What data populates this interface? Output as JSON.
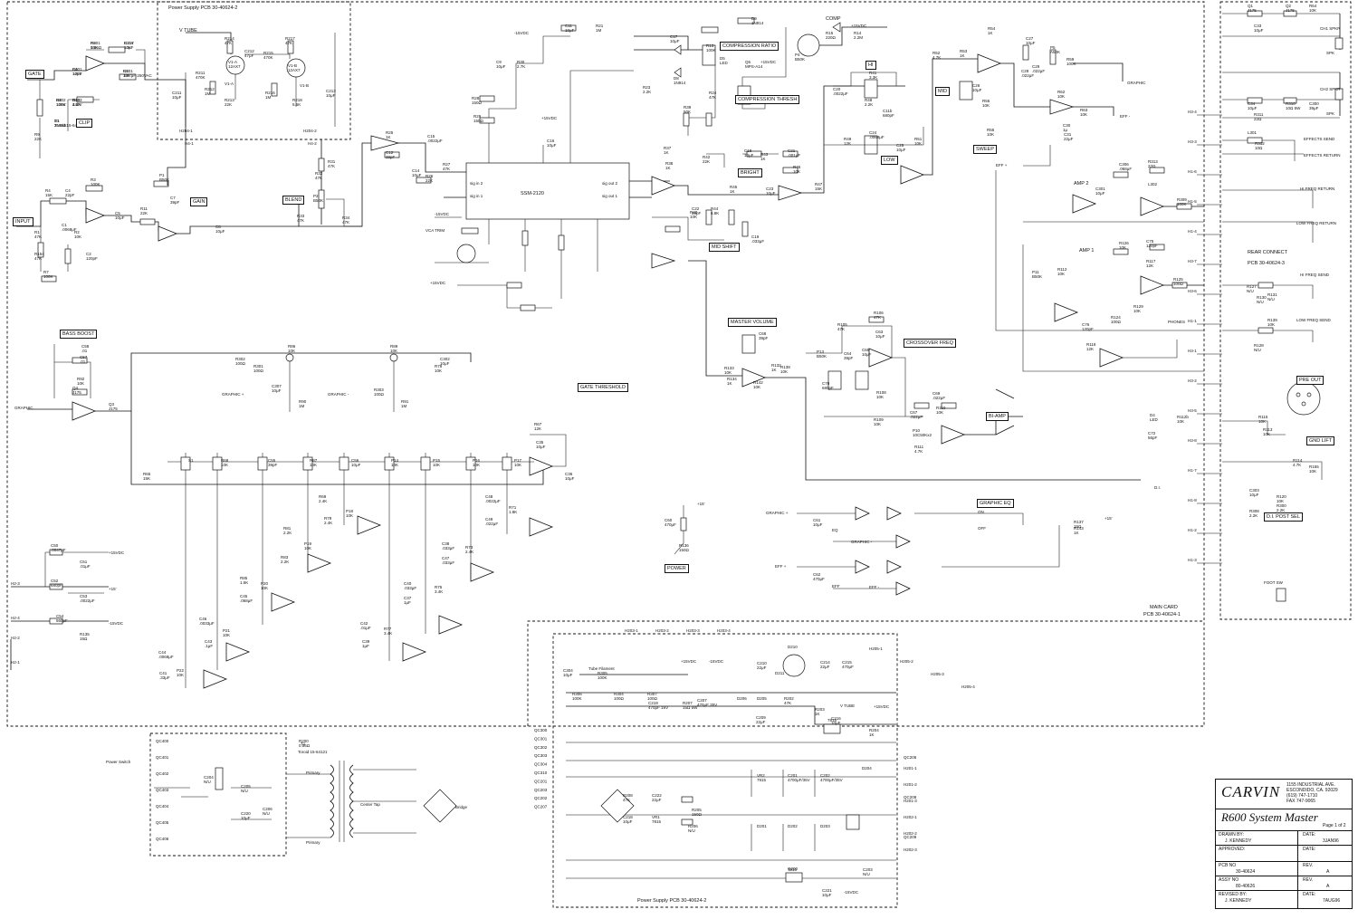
{
  "title_block": {
    "brand": "CARVIN",
    "address_lines": [
      "1155 INDUSTRIAL AVE.",
      "ESCONDIDO, CA. 92029",
      "(619) 747-1710",
      "FAX 747-9065"
    ],
    "drawing_title": "R600 System Master",
    "page": "Page 1 of 2",
    "drawn_by_label": "DRAWN BY:",
    "drawn_by": "J. KENNEDY",
    "date_label": "DATE:",
    "drawn_date": "3JAN96",
    "approved_label": "APPROVED:",
    "pcb_label": "PCB NO",
    "pcb_no": "30-40624",
    "rev_label": "REV.",
    "pcb_rev": "A",
    "assy_label": "ASSY NO",
    "assy_no": "80-40626",
    "assy_rev": "A",
    "revised_label": "REVISED BY:",
    "revised_by": "J. KENNEDY",
    "revised_date": "7AUG96"
  },
  "boxes": {
    "tube_pcb": "Power Supply PCB   30-40624-2",
    "main_card": "MAIN CARD",
    "main_card_pcb": "PCB 30-40624-1",
    "rear_connect": "REAR CONNECT",
    "rear_connect_pcb": "PCB 30-40624-3",
    "psu_pcb": "Power Supply PCB   30-40624-2"
  },
  "labels": {
    "gate": "GATE",
    "clip": "CLIP",
    "input": "INPUT",
    "gain": "GAIN",
    "blend": "BLEND",
    "v_tube": "V TUBE",
    "ssm": "SSM-2120",
    "comp": "COMP",
    "compression_ratio": "COMPRESSION RATIO",
    "compression_thresh": "COMPRESSION THRESH",
    "bright": "BRIGHT",
    "mid_shift": "MID SHIFT",
    "vca_trim": "VCA TRIM",
    "hi": "HI",
    "mid": "MID",
    "low": "LOW",
    "sweep": "SWEEP",
    "graphic": "GRAPHIC",
    "eff_minus": "EFF -",
    "eff_plus": "EFF +",
    "amp2": "AMP 2",
    "amp1": "AMP 1",
    "phones": "PHONES",
    "master_volume": "MASTER VOLUME",
    "crossover_freq": "CROSSOVER FREQ",
    "bi_amp": "BI-AMP",
    "bass_boost": "BASS BOOST",
    "graphic_plus": "GRAPHIC +",
    "graphic_minus": "GRAPHIC -",
    "gate_threshold": "GATE THRESHOLD",
    "power": "POWER",
    "graphic_eq": "GRAPHIC EQ",
    "on": "ON",
    "off": "OFF",
    "eq": "EQ",
    "eff": "EFF",
    "pre_out": "PRE OUT",
    "gnd_lift": "GND LIFT",
    "di": "D.I.",
    "di_post_sel": "D.I. POST SEL",
    "foot_sw": "FOOT SW",
    "ch1_spkr": "CH1 SPKR",
    "ch2_spkr": "CH2 SPKR",
    "effects_send": "EFFECTS SEND",
    "effects_return": "EFFECTS RETURN",
    "hi_freq_return": "HI FREQ RETURN",
    "low_freq_return": "LOW FREQ RETURN",
    "hi_freq_send": "HI FREQ SEND",
    "low_freq_send": "LOW FREQ SEND",
    "power_switch": "Power Switch",
    "primary": "Primary",
    "center_tap": "Center Tap",
    "bridge": "Bridge",
    "tube_filament": "Tube Filament",
    "toroid": "Toroid 15-64121",
    "vdc15p": "+15VDC",
    "vdc15n": "-15VDC",
    "v15": "+15'",
    "vr1": "7815",
    "vr2": "7915",
    "spk": "SPK"
  },
  "components": [
    {
      "ref": "R6",
      "val": "15K"
    },
    {
      "ref": "R116",
      "val": "10K"
    },
    {
      "ref": "R5",
      "val": "10K"
    },
    {
      "ref": "C6",
      "val": "10μF"
    },
    {
      "ref": "R8",
      "val": "100K"
    },
    {
      "ref": "R10",
      "val": "4.5K"
    },
    {
      "ref": "D1",
      "val": "2N5551"
    },
    {
      "ref": "R9",
      "val": "22K"
    },
    {
      "ref": "R4",
      "val": "15K"
    },
    {
      "ref": "C4",
      "val": "22pF"
    },
    {
      "ref": "R3",
      "val": "100K"
    },
    {
      "ref": "C5",
      "val": "10μF"
    },
    {
      "ref": "R1",
      "val": "47K"
    },
    {
      "ref": "R2",
      "val": "10K"
    },
    {
      "ref": "C1",
      "val": ".0068μF"
    },
    {
      "ref": "C2",
      "val": "120pF"
    },
    {
      "ref": "R7",
      "val": "100K"
    },
    {
      "ref": "R154",
      "val": "47K"
    },
    {
      "ref": "P1",
      "val": "B50K"
    },
    {
      "ref": "C7",
      "val": "39pF"
    },
    {
      "ref": "R11",
      "val": "22K"
    },
    {
      "ref": "C8",
      "val": "10μF"
    },
    {
      "ref": "R214",
      "val": "47K"
    },
    {
      "ref": "R217",
      "val": "47K"
    },
    {
      "ref": "C212",
      "val": "47μF"
    },
    {
      "ref": "R211",
      "val": "470K"
    },
    {
      "ref": "R215",
      "val": "470K"
    },
    {
      "ref": "C211",
      "val": "10μF"
    },
    {
      "ref": "R212",
      "val": "1M"
    },
    {
      "ref": "R213",
      "val": "22K"
    },
    {
      "ref": "R216",
      "val": "1M"
    },
    {
      "ref": "R218",
      "val": "5.6K"
    },
    {
      "ref": "C213",
      "val": "10μF"
    },
    {
      "ref": "V1-A",
      "val": "12AX7"
    },
    {
      "ref": "V1-B",
      "val": "12AX7"
    },
    {
      "ref": "R31",
      "val": "47K"
    },
    {
      "ref": "R32",
      "val": "47K"
    },
    {
      "ref": "R33",
      "val": "47K"
    },
    {
      "ref": "R34",
      "val": "47K"
    },
    {
      "ref": "P2",
      "val": "B50K"
    },
    {
      "ref": "R25",
      "val": "1K"
    },
    {
      "ref": "C12",
      "val": "39pF"
    },
    {
      "ref": "C14",
      "val": "10μF"
    },
    {
      "ref": "R26",
      "val": "22K"
    },
    {
      "ref": "R27",
      "val": "47K"
    },
    {
      "ref": "C15",
      "val": ".0022μF"
    },
    {
      "ref": "R28",
      "val": "150Ω"
    },
    {
      "ref": "R29",
      "val": "150Ω"
    },
    {
      "ref": "C16",
      "val": "10μF"
    },
    {
      "ref": "C9",
      "val": "10μF"
    },
    {
      "ref": "R30",
      "val": "2.7K"
    },
    {
      "ref": "C11",
      "val": "10μF"
    },
    {
      "ref": "R21",
      "val": "1M"
    },
    {
      "ref": "C17",
      "val": "10μF"
    },
    {
      "ref": "D8",
      "val": "1N914"
    },
    {
      "ref": "D9",
      "val": "1N914"
    },
    {
      "ref": "R13",
      "val": "100K"
    },
    {
      "ref": "P4",
      "val": "B50K"
    },
    {
      "ref": "R14",
      "val": "2.2M"
    },
    {
      "ref": "R15",
      "val": "220Ω"
    },
    {
      "ref": "Q6",
      "val": "MPS-A14"
    },
    {
      "ref": "D5",
      "val": "LED"
    },
    {
      "ref": "R23",
      "val": "2.2K"
    },
    {
      "ref": "R24",
      "val": "47K"
    },
    {
      "ref": "R39",
      "val": "50K"
    },
    {
      "ref": "R37",
      "val": "1K"
    },
    {
      "ref": "R38",
      "val": "1K"
    },
    {
      "ref": "R42",
      "val": "22K"
    },
    {
      "ref": "C18",
      "val": "10μF"
    },
    {
      "ref": "R43",
      "val": "1K"
    },
    {
      "ref": "C21",
      "val": ".001μF"
    },
    {
      "ref": "R46",
      "val": "10K"
    },
    {
      "ref": "R47",
      "val": "15K"
    },
    {
      "ref": "C22",
      "val": "39pF"
    },
    {
      "ref": "C23",
      "val": "10μF"
    },
    {
      "ref": "R45",
      "val": "1K"
    },
    {
      "ref": "R44",
      "val": "6.8K"
    },
    {
      "ref": "C19",
      "val": ".033μF"
    },
    {
      "ref": "R40",
      "val": "10K"
    },
    {
      "ref": "C20",
      "val": ".0022μF"
    },
    {
      "ref": "R41",
      "val": "3.3K"
    },
    {
      "ref": "R48",
      "val": "2.2K"
    },
    {
      "ref": "C11b",
      "val": "680pF"
    },
    {
      "ref": "R49",
      "val": "12K"
    },
    {
      "ref": "C24",
      "val": ".0068μF"
    },
    {
      "ref": "R51",
      "val": "10K"
    },
    {
      "ref": "C25",
      "val": "10μF"
    },
    {
      "ref": "R52",
      "val": "4.7K"
    },
    {
      "ref": "R53",
      "val": "1K"
    },
    {
      "ref": "R54",
      "val": "1K"
    },
    {
      "ref": "C26",
      "val": "10μF"
    },
    {
      "ref": "R55",
      "val": "10K"
    },
    {
      "ref": "R56",
      "val": "10K"
    },
    {
      "ref": "C27",
      "val": "10μF"
    },
    {
      "ref": "P5",
      "val": "A50K"
    },
    {
      "ref": "C28",
      "val": ".022μF"
    },
    {
      "ref": "C29",
      "val": ".022μF"
    },
    {
      "ref": "R59",
      "val": "100K"
    },
    {
      "ref": "R62",
      "val": "10K"
    },
    {
      "ref": "R63",
      "val": "10K"
    },
    {
      "ref": "C30",
      "val": "1μ"
    },
    {
      "ref": "C31",
      "val": "22μF"
    },
    {
      "ref": "Q1",
      "val": "J175"
    },
    {
      "ref": "Q2",
      "val": "J175"
    },
    {
      "ref": "R64",
      "val": "10K"
    },
    {
      "ref": "C33",
      "val": "10μF"
    },
    {
      "ref": "C34",
      "val": "10μF"
    },
    {
      "ref": "R310",
      "val": "10Ω 5W"
    },
    {
      "ref": "C300",
      "val": "39μF"
    },
    {
      "ref": "R311",
      "val": "22Ω"
    },
    {
      "ref": "L301",
      "val": ""
    },
    {
      "ref": "R312",
      "val": "10Ω"
    },
    {
      "ref": "C306",
      "val": ".068μF"
    },
    {
      "ref": "R313",
      "val": "22Ω"
    },
    {
      "ref": "L302",
      "val": ""
    },
    {
      "ref": "R309",
      "val": "100K"
    },
    {
      "ref": "C301",
      "val": "10μF"
    },
    {
      "ref": "R126",
      "val": "10K"
    },
    {
      "ref": "C75",
      "val": "120pF"
    },
    {
      "ref": "R117",
      "val": "12K"
    },
    {
      "ref": "R125",
      "val": "100Ω"
    },
    {
      "ref": "P11",
      "val": "B50K"
    },
    {
      "ref": "R112",
      "val": "10K"
    },
    {
      "ref": "C76",
      "val": "120pF"
    },
    {
      "ref": "R118",
      "val": "12K"
    },
    {
      "ref": "R124",
      "val": "100Ω"
    },
    {
      "ref": "R129",
      "val": "10K"
    },
    {
      "ref": "R130",
      "val": "N/U"
    },
    {
      "ref": "R131",
      "val": "N/U"
    },
    {
      "ref": "R127",
      "val": "N/U"
    },
    {
      "ref": "R128",
      "val": "N/U"
    },
    {
      "ref": "R139",
      "val": "10K"
    },
    {
      "ref": "R302",
      "val": "100Ω"
    },
    {
      "ref": "R301",
      "val": "100Ω"
    },
    {
      "ref": "C302",
      "val": "10μF"
    },
    {
      "ref": "C307",
      "val": "10μF"
    },
    {
      "ref": "R303",
      "val": "100Ω"
    },
    {
      "ref": "R78",
      "val": "10K"
    },
    {
      "ref": "R86",
      "val": "10K"
    },
    {
      "ref": "R89",
      "val": "10K"
    },
    {
      "ref": "R90",
      "val": "1M"
    },
    {
      "ref": "R91",
      "val": "1M"
    },
    {
      "ref": "R92",
      "val": "10K"
    },
    {
      "ref": "Q4",
      "val": "J175"
    },
    {
      "ref": "Q3",
      "val": "J175"
    },
    {
      "ref": "C57",
      "val": ".01"
    },
    {
      "ref": "C58",
      "val": ".01"
    },
    {
      "ref": "R65",
      "val": "15K"
    },
    {
      "ref": "R67",
      "val": "12K"
    },
    {
      "ref": "C35",
      "val": "10μF"
    },
    {
      "ref": "C36",
      "val": "10μF"
    },
    {
      "ref": "S1",
      "val": ""
    },
    {
      "ref": "R68",
      "val": "10K"
    },
    {
      "ref": "C55",
      "val": "39pF"
    },
    {
      "ref": "R87",
      "val": "10K"
    },
    {
      "ref": "C56",
      "val": "10μF"
    },
    {
      "ref": "P14",
      "val": "10K"
    },
    {
      "ref": "P15",
      "val": "10K"
    },
    {
      "ref": "P16",
      "val": "10K"
    },
    {
      "ref": "P17",
      "val": "10K"
    },
    {
      "ref": "P18",
      "val": "10K"
    },
    {
      "ref": "P19",
      "val": "10K"
    },
    {
      "ref": "P20",
      "val": "10K"
    },
    {
      "ref": "P21",
      "val": "10K"
    },
    {
      "ref": "P22",
      "val": "10K"
    },
    {
      "ref": "R77",
      "val": "3.4K"
    },
    {
      "ref": "R75",
      "val": "3.4K"
    },
    {
      "ref": "R73",
      "val": "2.4K"
    },
    {
      "ref": "R71",
      "val": "1.8K"
    },
    {
      "ref": "R69",
      "val": "2.4K"
    },
    {
      "ref": "R79",
      "val": "2.4K"
    },
    {
      "ref": "R81",
      "val": "2.2K"
    },
    {
      "ref": "R83",
      "val": "2.2K"
    },
    {
      "ref": "R85",
      "val": "1.5K"
    },
    {
      "ref": "C45",
      "val": ".068μF"
    },
    {
      "ref": "C46",
      "val": ".0033μF"
    },
    {
      "ref": "C43",
      "val": ".1μF"
    },
    {
      "ref": "C44",
      "val": ".0068μF"
    },
    {
      "ref": "C41",
      "val": ".33μF"
    },
    {
      "ref": "C42",
      "val": ".01μF"
    },
    {
      "ref": "C39",
      "val": "1μF"
    },
    {
      "ref": "C40",
      "val": ".033μF"
    },
    {
      "ref": "C37",
      "val": "1μF"
    },
    {
      "ref": "C38",
      "val": ".033μF"
    },
    {
      "ref": "C47",
      "val": ".033μF"
    },
    {
      "ref": "C48",
      "val": ".0022μF"
    },
    {
      "ref": "C49",
      "val": ".022μF"
    },
    {
      "ref": "C50",
      "val": ".0047μF"
    },
    {
      "ref": "C51",
      "val": ".01μF"
    },
    {
      "ref": "C52",
      "val": "680pF"
    },
    {
      "ref": "C53",
      "val": ".0022μF"
    },
    {
      "ref": "C54",
      "val": "560pF"
    },
    {
      "ref": "R135",
      "val": "15Ω"
    },
    {
      "ref": "C60",
      "val": "470μF"
    },
    {
      "ref": "R136",
      "val": "150Ω"
    },
    {
      "ref": "C61",
      "val": "10μF"
    },
    {
      "ref": "R137",
      "val": "15Ω"
    },
    {
      "ref": "C62",
      "val": "470μF"
    },
    {
      "ref": "R143",
      "val": "1K"
    },
    {
      "ref": "D4",
      "val": "LED"
    },
    {
      "ref": "R132",
      "val": "1K"
    },
    {
      "ref": "R133",
      "val": "10K"
    },
    {
      "ref": "R134",
      "val": "1K"
    },
    {
      "ref": "R142",
      "val": "10K"
    },
    {
      "ref": "R138",
      "val": "10K"
    },
    {
      "ref": "C68",
      "val": "39pF"
    },
    {
      "ref": "R105",
      "val": "47K"
    },
    {
      "ref": "R106",
      "val": "47K"
    },
    {
      "ref": "C63",
      "val": "10μF"
    },
    {
      "ref": "P13",
      "val": "B50K"
    },
    {
      "ref": "C64",
      "val": "39pF"
    },
    {
      "ref": "C65",
      "val": "10μF"
    },
    {
      "ref": "R108",
      "val": "10K"
    },
    {
      "ref": "C70",
      "val": "680pF"
    },
    {
      "ref": "R109",
      "val": "10K"
    },
    {
      "ref": "C67",
      "val": ".022μF"
    },
    {
      "ref": "C69",
      "val": ".022μF"
    },
    {
      "ref": "R110",
      "val": "10K"
    },
    {
      "ref": "P10",
      "val": "10C50Kx2"
    },
    {
      "ref": "R111",
      "val": "4.7K"
    },
    {
      "ref": "R112b",
      "val": "10K"
    },
    {
      "ref": "C72",
      "val": "56pF"
    },
    {
      "ref": "R115",
      "val": "10K"
    },
    {
      "ref": "R113",
      "val": "10K"
    },
    {
      "ref": "R114",
      "val": "4.7K"
    },
    {
      "ref": "R155",
      "val": "10K"
    },
    {
      "ref": "R120",
      "val": "10K"
    },
    {
      "ref": "R300",
      "val": "2.2K"
    },
    {
      "ref": "C303",
      "val": "10μF"
    },
    {
      "ref": "R308",
      "val": "2.2K"
    },
    {
      "ref": "C304",
      "val": "10μF"
    },
    {
      "ref": "R305",
      "val": "100K"
    },
    {
      "ref": "R306",
      "val": "100K"
    },
    {
      "ref": "R304",
      "val": "100Ω"
    },
    {
      "ref": "R307",
      "val": "100Ω"
    },
    {
      "ref": "C219",
      "val": "470μF 16V"
    },
    {
      "ref": "R207",
      "val": "15Ω 5W"
    },
    {
      "ref": "C207",
      "val": "470μF 35V"
    },
    {
      "ref": "D206",
      "val": ""
    },
    {
      "ref": "D205",
      "val": ""
    },
    {
      "ref": "C209",
      "val": "22μF"
    },
    {
      "ref": "C210",
      "val": "22μF"
    },
    {
      "ref": "D210",
      "val": ""
    },
    {
      "ref": "D211",
      "val": ""
    },
    {
      "ref": "C214",
      "val": "22μF"
    },
    {
      "ref": "C215",
      "val": "470μF"
    },
    {
      "ref": "R202",
      "val": "47K"
    },
    {
      "ref": "R203",
      "val": "1K"
    },
    {
      "ref": "R204",
      "val": "1K"
    },
    {
      "ref": "C216",
      "val": "10μF"
    },
    {
      "ref": "Q200",
      "val": ""
    },
    {
      "ref": "R205",
      "val": "150Ω"
    },
    {
      "ref": "R206",
      "val": "N/U"
    },
    {
      "ref": "R208",
      "val": "47K"
    },
    {
      "ref": "C222",
      "val": "22μF"
    },
    {
      "ref": "C218",
      "val": "10μF"
    },
    {
      "ref": "VR1",
      "val": "7815"
    },
    {
      "ref": "VR2",
      "val": "7915"
    },
    {
      "ref": "C201",
      "val": "4700μF/35V"
    },
    {
      "ref": "C202",
      "val": "4700μF/35V"
    },
    {
      "ref": "D201",
      "val": ""
    },
    {
      "ref": "D202",
      "val": ""
    },
    {
      "ref": "D203",
      "val": ""
    },
    {
      "ref": "D204",
      "val": ""
    },
    {
      "ref": "C203",
      "val": "N/U"
    },
    {
      "ref": "C221",
      "val": "10μF"
    },
    {
      "ref": "C204",
      "val": "N/U"
    },
    {
      "ref": "C205",
      "val": "N/U"
    },
    {
      "ref": "C220",
      "val": "10μF"
    },
    {
      "ref": "C206",
      "val": "N/U"
    },
    {
      "ref": "R200",
      "val": "0.56Ω"
    },
    {
      "ref": "R201",
      "val": "0.56Ω"
    },
    {
      "ref": "C217",
      "val": "10μF"
    },
    {
      "ref": "C401",
      "val": ".047μF 250VAC"
    },
    {
      "ref": "B401",
      "val": "125V"
    },
    {
      "ref": "B402",
      "val": "125V"
    },
    {
      "ref": "B403",
      "val": "240V"
    },
    {
      "ref": "T1",
      "val": "Toroid 15-64121"
    }
  ],
  "connectors": {
    "h_left": [
      "H2-3",
      "H2-4",
      "H2-2",
      "H2-1"
    ],
    "h_right": [
      "H3-4",
      "H3-3",
      "H1-6",
      "H1-5",
      "H1-4",
      "H3-7",
      "H3-6",
      "H1-1",
      "H3-1",
      "H3-2",
      "H3-5",
      "H3-8",
      "H1-7",
      "H1-8",
      "H1-2",
      "H1-3"
    ],
    "qc": [
      "QC300",
      "QC301",
      "QC302",
      "QC303",
      "QC304",
      "QC310",
      "QC201",
      "QC203",
      "QC202",
      "QC207",
      "QC206",
      "QC208",
      "QC209",
      "QC400",
      "QC401",
      "QC402",
      "QC403",
      "QC404",
      "QC405",
      "QC406"
    ],
    "h_psu": [
      "H203-1",
      "H203-2",
      "H203-3",
      "H203-4",
      "H205-1",
      "H205-2",
      "H205-3",
      "H205-4",
      "H201-1",
      "H201-2",
      "H201-3",
      "H202-1",
      "H202-2",
      "H202-3"
    ]
  }
}
